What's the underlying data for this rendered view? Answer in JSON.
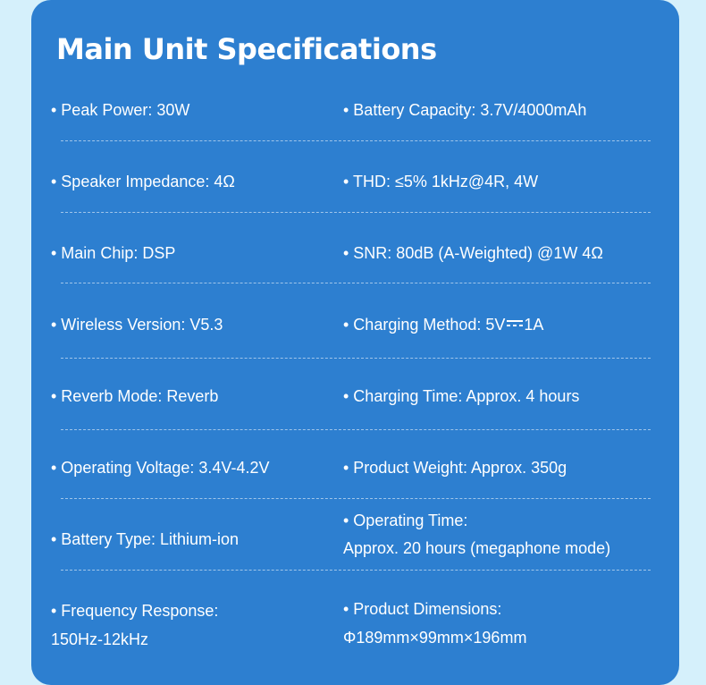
{
  "title": "Main Unit Specifications",
  "rows": [
    {
      "left": "• Peak Power: 30W",
      "right": "• Battery Capacity: 3.7V/4000mAh"
    },
    {
      "left": "• Speaker Impedance: 4Ω",
      "right": "• THD: ≤5% 1kHz@4R, 4W"
    },
    {
      "left": "• Main Chip: DSP",
      "right": "• SNR: 80dB (A-Weighted) @1W 4Ω"
    },
    {
      "left": "• Wireless Version: V5.3",
      "right_a": "• Charging Method: 5V",
      "right_b": "1A"
    },
    {
      "left": "• Reverb Mode: Reverb",
      "right": "• Charging Time: Approx. 4 hours"
    },
    {
      "left": "• Operating Voltage: 3.4V-4.2V",
      "right": "• Product Weight: Approx. 350g"
    },
    {
      "left": "• Battery Type: Lithium-ion",
      "right_line1": "• Operating Time:",
      "right_line2": "Approx. 20 hours (megaphone mode)"
    },
    {
      "left_line1": "• Frequency Response:",
      "left_line2": "150Hz-12kHz",
      "right_line1": "• Product Dimensions:",
      "right_line2": "Φ189mm×99mm×196mm"
    }
  ],
  "icons": {
    "dc": "dc-symbol-icon"
  },
  "colors": {
    "background": "#d5f0fb",
    "card": "#2d7fd0",
    "text": "#ffffff"
  }
}
